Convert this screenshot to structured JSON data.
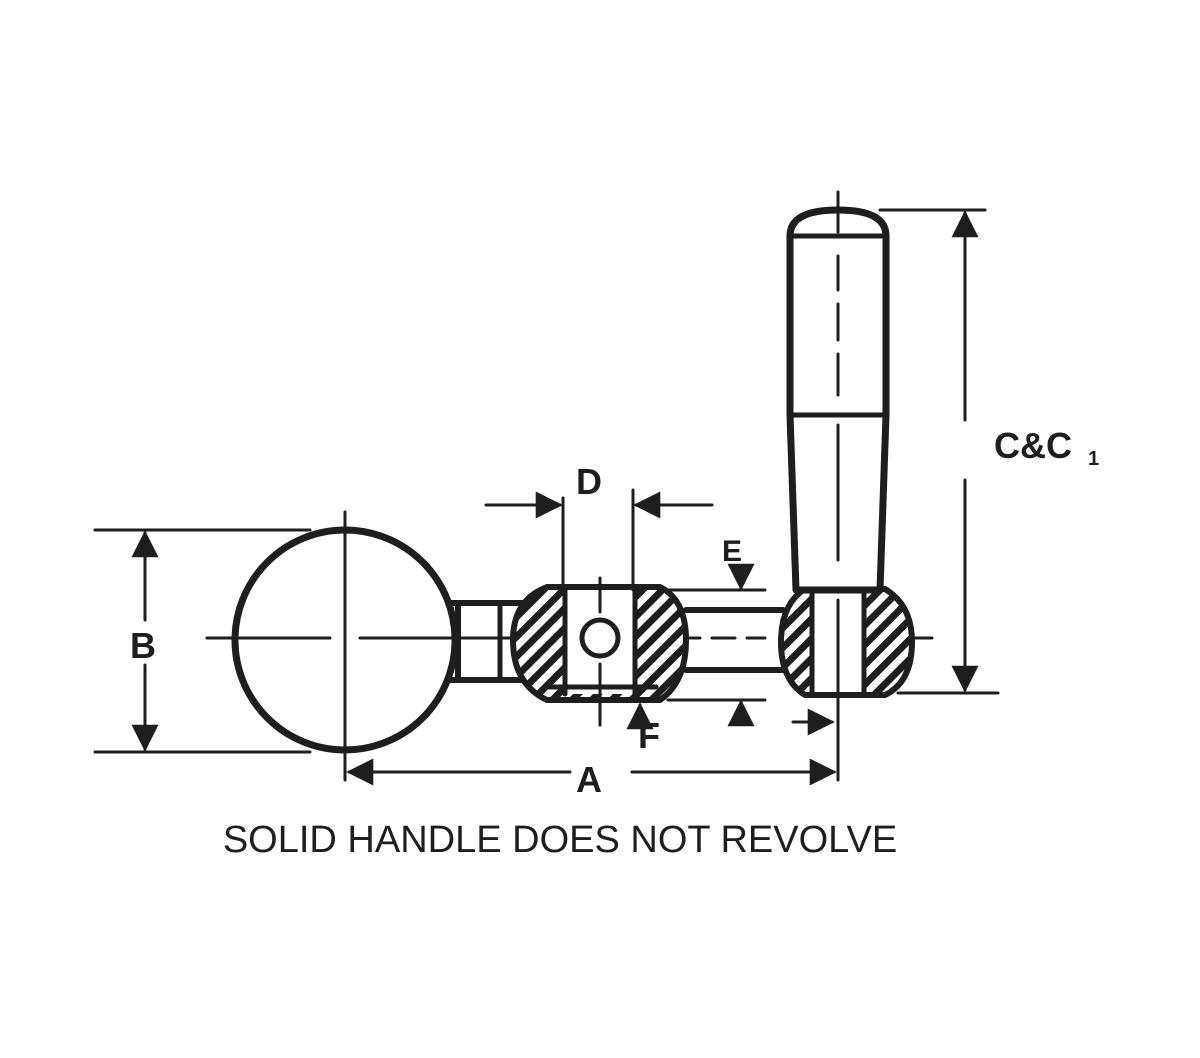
{
  "labels": {
    "a": "A",
    "b": "B",
    "c": "C&C",
    "c_sub": "1",
    "d": "D",
    "e": "E",
    "f": "F"
  },
  "caption": "SOLID HANDLE DOES NOT REVOLVE",
  "colors": {
    "ink": "#1e1e1e",
    "background": "#ffffff"
  }
}
